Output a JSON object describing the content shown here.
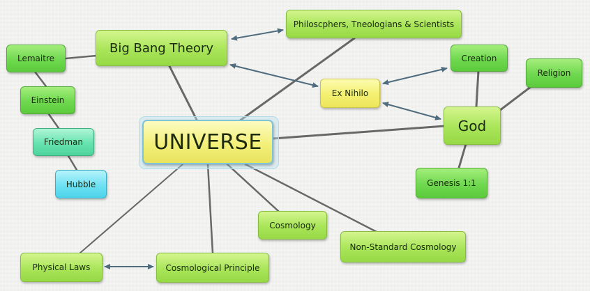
{
  "diagram": {
    "central": "UNIVERSE",
    "nodes": {
      "big_bang_theory": "Big Bang Theory",
      "philosophers": "Philoscphers, Tneologians & Scientists",
      "lemaitre": "Lemaitre",
      "einstein": "Einstein",
      "friedman": "Friedman",
      "hubble": "Hubble",
      "ex_nihilo": "Ex Nihilo",
      "creation": "Creation",
      "religion": "Religion",
      "god": "God",
      "genesis": "Genesis 1:1",
      "cosmology": "Cosmology",
      "non_standard_cosmology": "Non-Standard Cosmology",
      "physical_laws": "Physical Laws",
      "cosmological_principle": "Cosmological Principle"
    },
    "colors": {
      "connector": "#6b6b6b",
      "arrow": "#4f6b7e",
      "green": "#a9e559",
      "teal": "#66e3b0",
      "cyan": "#6ee1f3",
      "yellow": "#f4f070"
    }
  }
}
